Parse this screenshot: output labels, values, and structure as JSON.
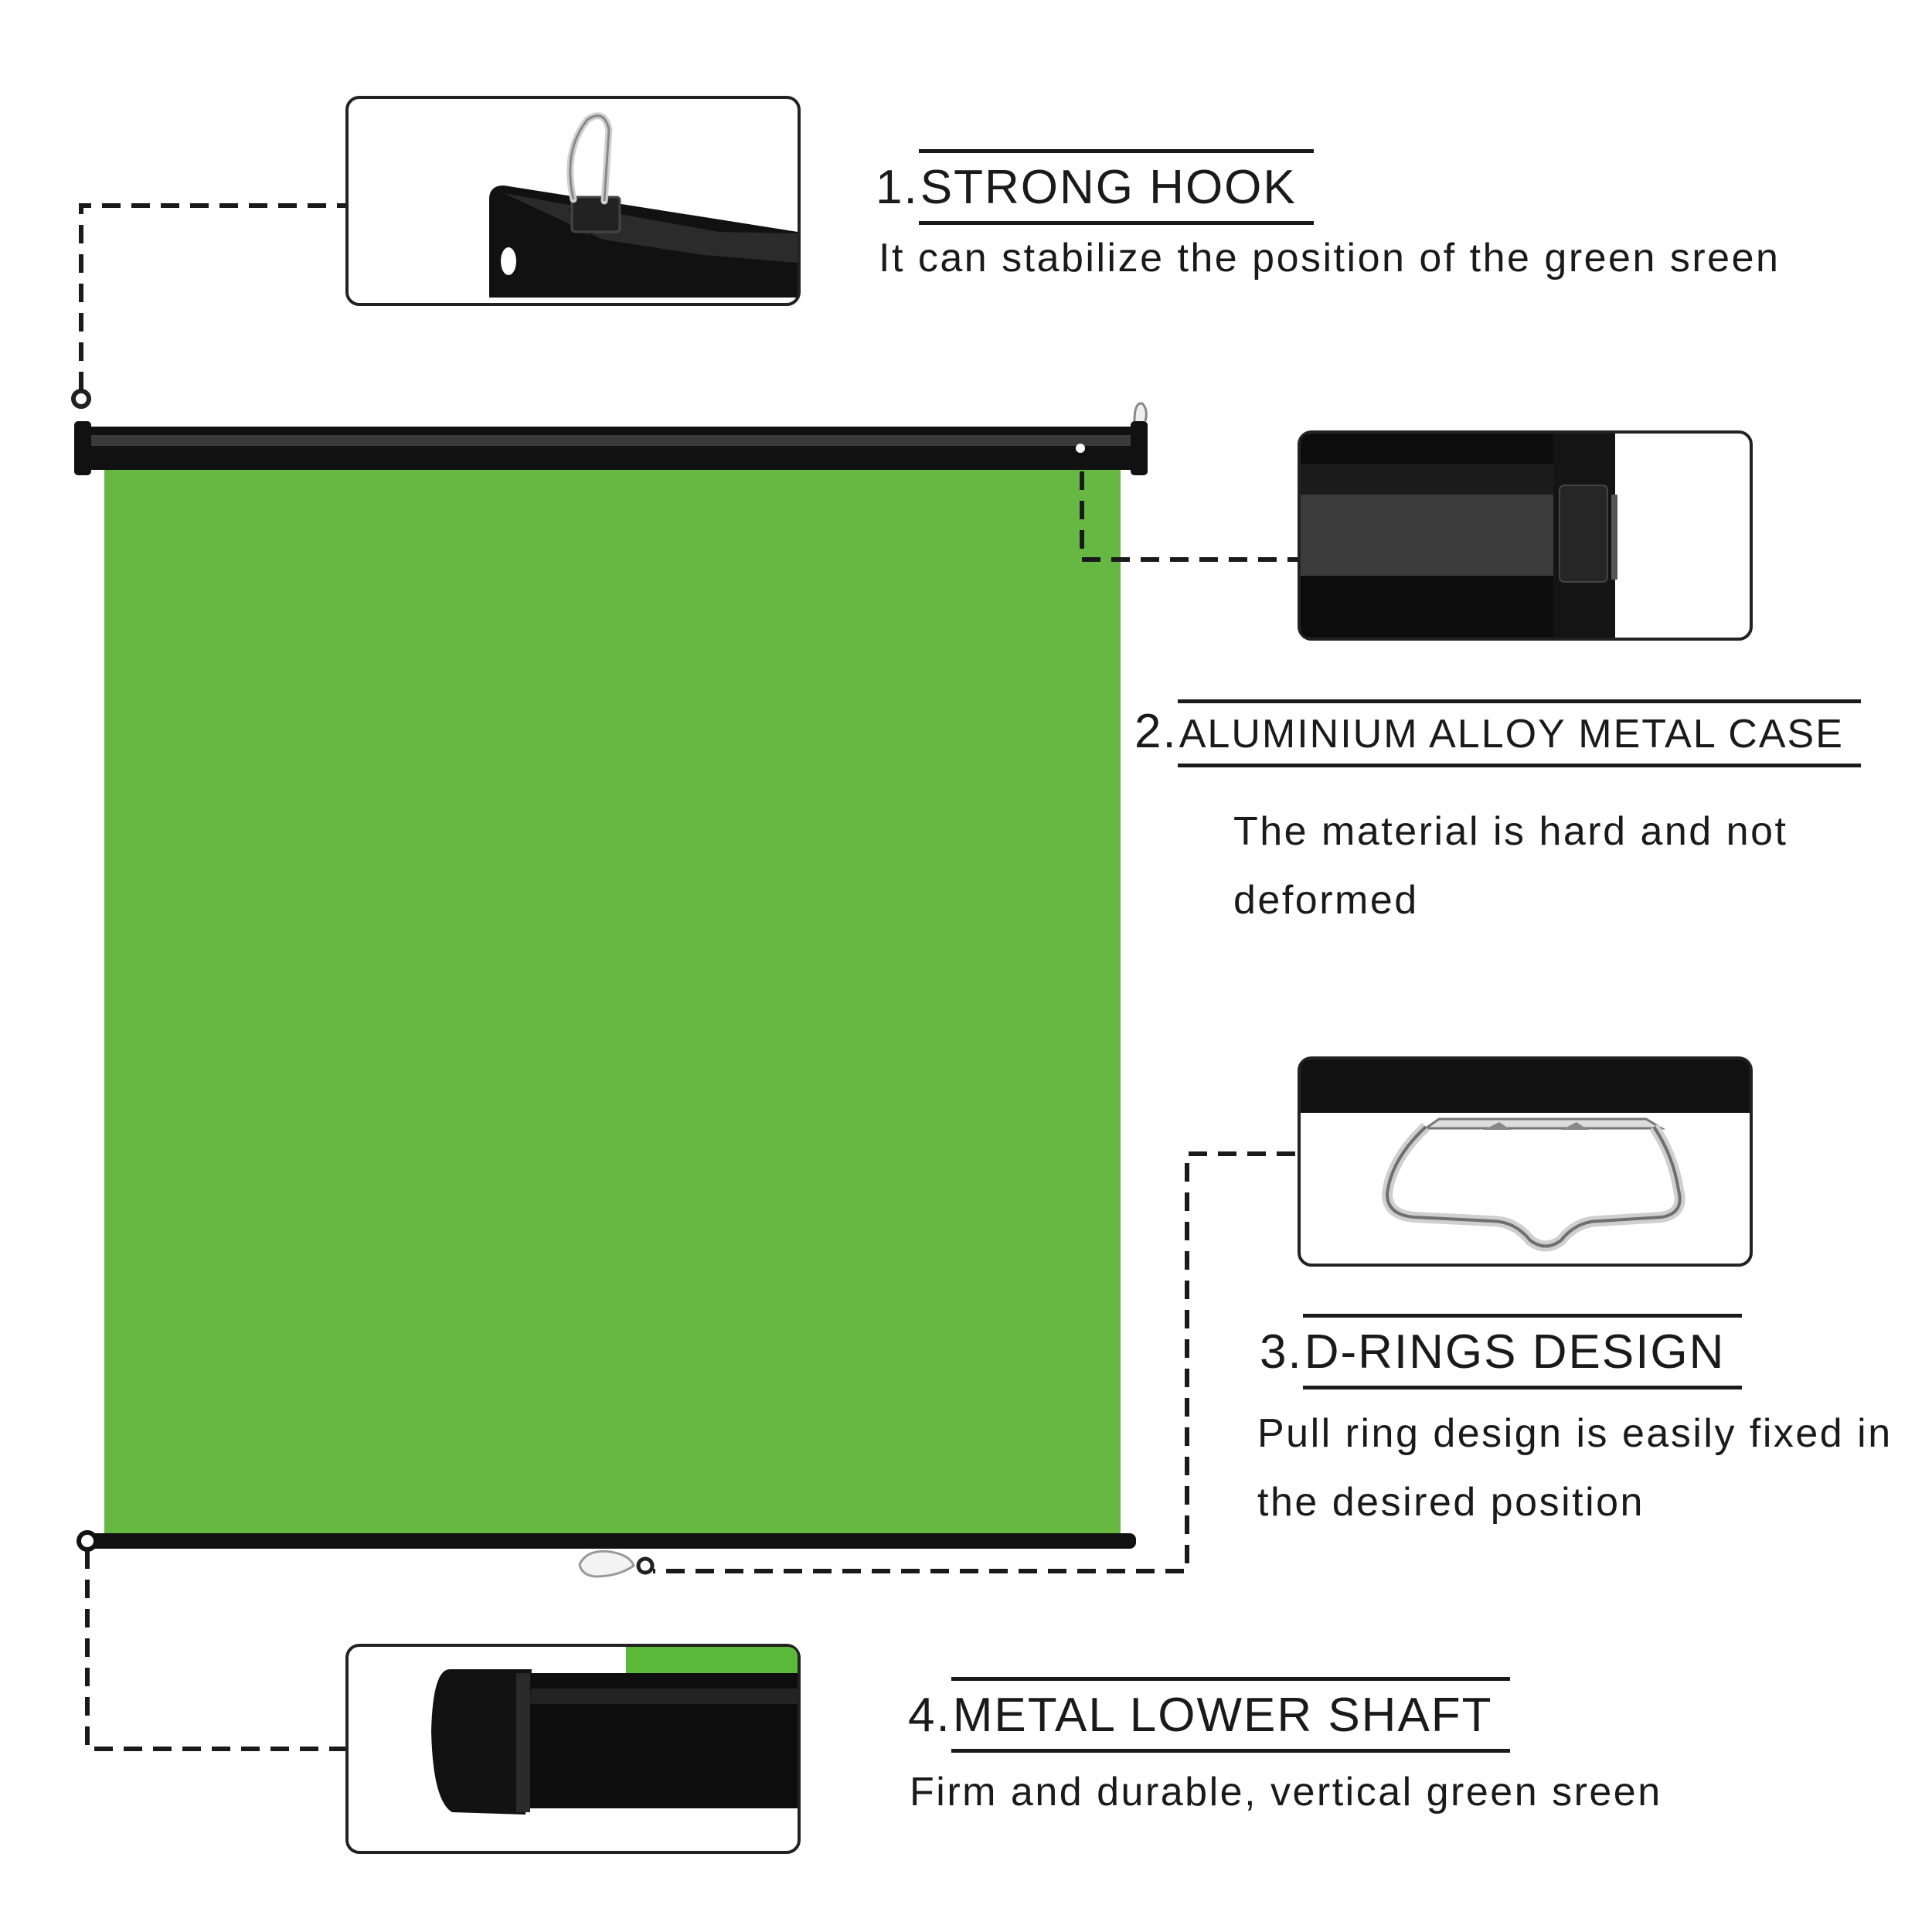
{
  "features": [
    {
      "number": "1.",
      "title": "STRONG HOOK",
      "description": "It can stabilize the position of the green sreen"
    },
    {
      "number": "2.",
      "title": "ALUMINIUM ALLOY METAL CASE",
      "description": "The material is hard and not deformed"
    },
    {
      "number": "3.",
      "title": "D-RINGS DESIGN",
      "description": "Pull ring design is easily fixed in the desired position"
    },
    {
      "number": "4.",
      "title": "METAL LOWER SHAFT",
      "description": "Firm and durable, vertical green sreen"
    }
  ],
  "colors": {
    "screen_green": "#67b842",
    "bar_black": "#111111",
    "text": "#1a1a1a",
    "dash": "#1a1a1a"
  }
}
